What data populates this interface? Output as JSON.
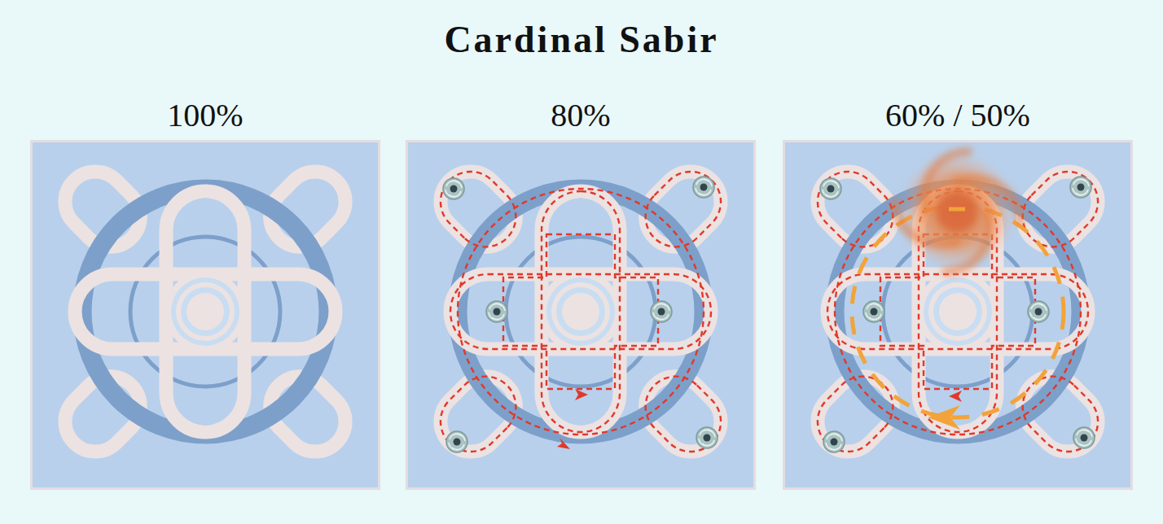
{
  "diagram": {
    "title": "Cardinal Sabir",
    "nodes": [
      {
        "text": [
          "100%"
        ]
      },
      {
        "text": [
          "80%"
        ]
      },
      {
        "text": [
          "60% / 50%"
        ]
      }
    ]
  }
}
